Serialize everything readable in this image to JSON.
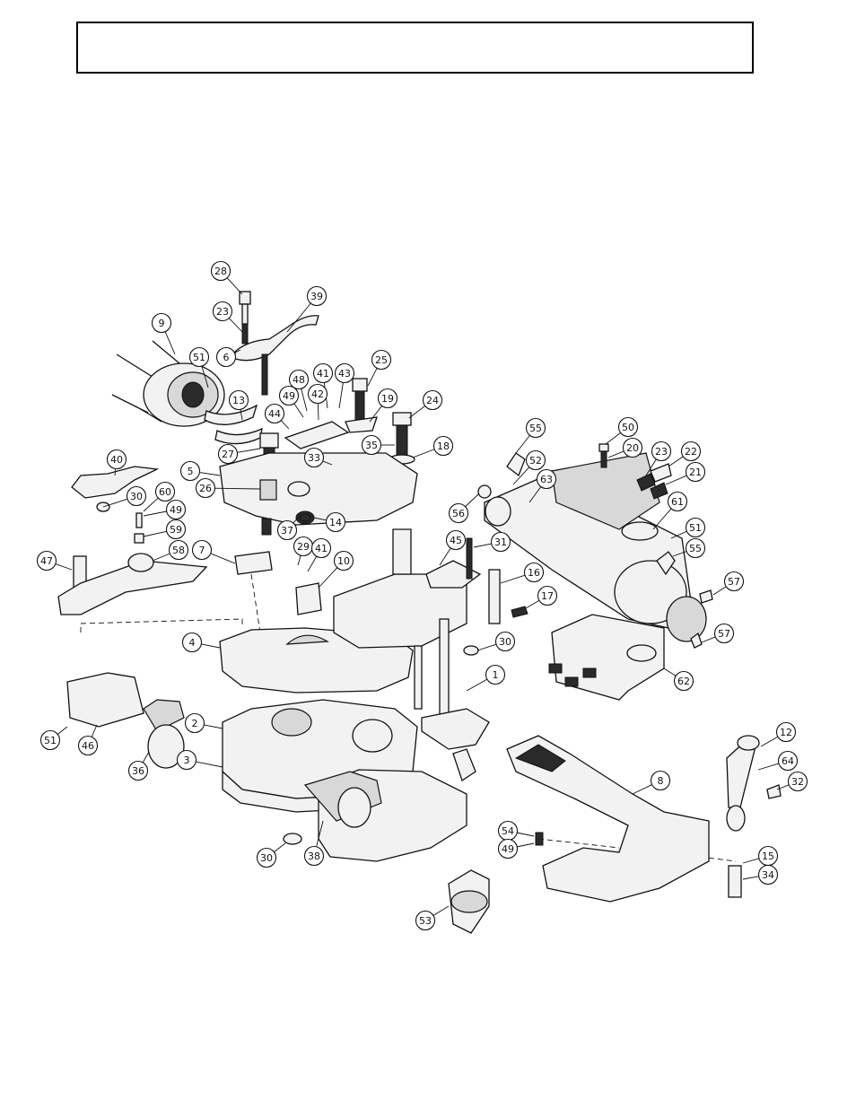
{
  "header": {
    "title": ""
  },
  "callouts": [
    {
      "id": "c28",
      "label": "28"
    },
    {
      "id": "c39",
      "label": "39"
    },
    {
      "id": "c23a",
      "label": "23"
    },
    {
      "id": "c9",
      "label": "9"
    },
    {
      "id": "c6",
      "label": "6"
    },
    {
      "id": "c51a",
      "label": "51"
    },
    {
      "id": "c13",
      "label": "13"
    },
    {
      "id": "c48",
      "label": "48"
    },
    {
      "id": "c41a",
      "label": "41"
    },
    {
      "id": "c43",
      "label": "43"
    },
    {
      "id": "c25",
      "label": "25"
    },
    {
      "id": "c49a",
      "label": "49"
    },
    {
      "id": "c42",
      "label": "42"
    },
    {
      "id": "c44",
      "label": "44"
    },
    {
      "id": "c19",
      "label": "19"
    },
    {
      "id": "c24",
      "label": "24"
    },
    {
      "id": "c27",
      "label": "27"
    },
    {
      "id": "c35",
      "label": "35"
    },
    {
      "id": "c18",
      "label": "18"
    },
    {
      "id": "c33",
      "label": "33"
    },
    {
      "id": "c40",
      "label": "40"
    },
    {
      "id": "c5",
      "label": "5"
    },
    {
      "id": "c26",
      "label": "26"
    },
    {
      "id": "c30a",
      "label": "30"
    },
    {
      "id": "c60",
      "label": "60"
    },
    {
      "id": "c49b",
      "label": "49"
    },
    {
      "id": "c14",
      "label": "14"
    },
    {
      "id": "c37",
      "label": "37"
    },
    {
      "id": "c59",
      "label": "59"
    },
    {
      "id": "c47",
      "label": "47"
    },
    {
      "id": "c58",
      "label": "58"
    },
    {
      "id": "c7",
      "label": "7"
    },
    {
      "id": "c29",
      "label": "29"
    },
    {
      "id": "c41b",
      "label": "41"
    },
    {
      "id": "c10",
      "label": "10"
    },
    {
      "id": "c55a",
      "label": "55"
    },
    {
      "id": "c50",
      "label": "50"
    },
    {
      "id": "c52",
      "label": "52"
    },
    {
      "id": "c20",
      "label": "20"
    },
    {
      "id": "c23b",
      "label": "23"
    },
    {
      "id": "c22",
      "label": "22"
    },
    {
      "id": "c63",
      "label": "63"
    },
    {
      "id": "c21",
      "label": "21"
    },
    {
      "id": "c56",
      "label": "56"
    },
    {
      "id": "c61",
      "label": "61"
    },
    {
      "id": "c51b",
      "label": "51"
    },
    {
      "id": "c45",
      "label": "45"
    },
    {
      "id": "c31",
      "label": "31"
    },
    {
      "id": "c55b",
      "label": "55"
    },
    {
      "id": "c16",
      "label": "16"
    },
    {
      "id": "c57a",
      "label": "57"
    },
    {
      "id": "c17",
      "label": "17"
    },
    {
      "id": "c4",
      "label": "4"
    },
    {
      "id": "c30b",
      "label": "30"
    },
    {
      "id": "c57b",
      "label": "57"
    },
    {
      "id": "c1",
      "label": "1"
    },
    {
      "id": "c62",
      "label": "62"
    },
    {
      "id": "c51c",
      "label": "51"
    },
    {
      "id": "c46",
      "label": "46"
    },
    {
      "id": "c2",
      "label": "2"
    },
    {
      "id": "c12",
      "label": "12"
    },
    {
      "id": "c36",
      "label": "36"
    },
    {
      "id": "c3",
      "label": "3"
    },
    {
      "id": "c64",
      "label": "64"
    },
    {
      "id": "c8",
      "label": "8"
    },
    {
      "id": "c32",
      "label": "32"
    },
    {
      "id": "c54",
      "label": "54"
    },
    {
      "id": "c49c",
      "label": "49"
    },
    {
      "id": "c30c",
      "label": "30"
    },
    {
      "id": "c38",
      "label": "38"
    },
    {
      "id": "c15",
      "label": "15"
    },
    {
      "id": "c34",
      "label": "34"
    },
    {
      "id": "c53",
      "label": "53"
    }
  ]
}
